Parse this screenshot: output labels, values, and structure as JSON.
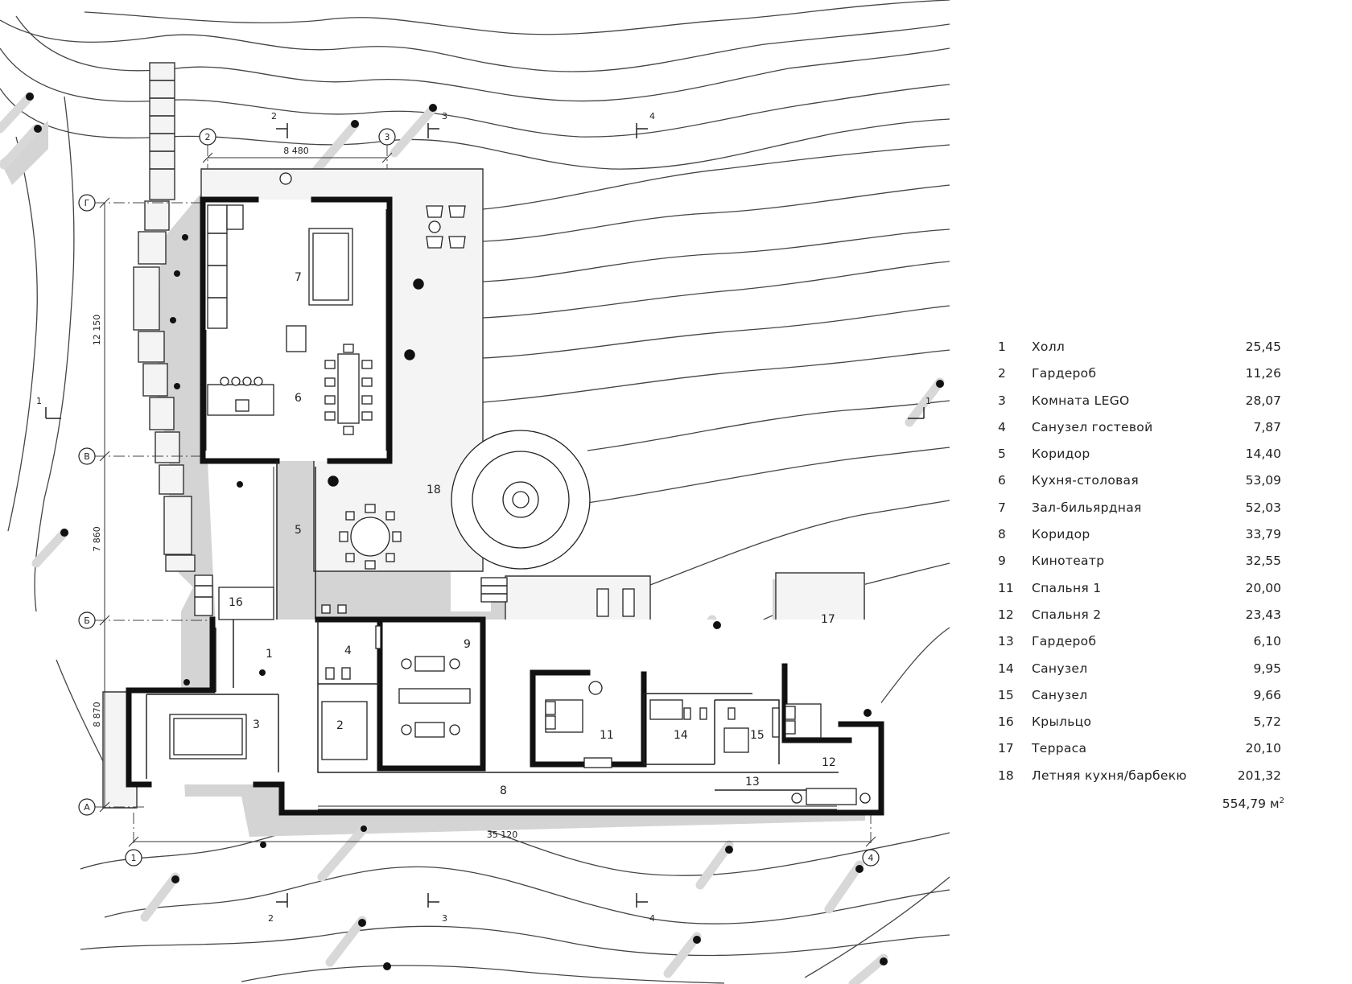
{
  "rooms": [
    {
      "num": "1",
      "name": "Холл",
      "area": "25,45"
    },
    {
      "num": "2",
      "name": "Гардероб",
      "area": "11,26"
    },
    {
      "num": "3",
      "name": "Комната LEGO",
      "area": "28,07"
    },
    {
      "num": "4",
      "name": "Санузел гостевой",
      "area": "7,87"
    },
    {
      "num": "5",
      "name": "Коридор",
      "area": "14,40"
    },
    {
      "num": "6",
      "name": "Кухня-столовая",
      "area": "53,09"
    },
    {
      "num": "7",
      "name": "Зал-бильярдная",
      "area": "52,03"
    },
    {
      "num": "8",
      "name": "Коридор",
      "area": "33,79"
    },
    {
      "num": "9",
      "name": "Кинотеатр",
      "area": "32,55"
    },
    {
      "num": "11",
      "name": "Спальня 1",
      "area": "20,00"
    },
    {
      "num": "12",
      "name": "Спальня 2",
      "area": "23,43"
    },
    {
      "num": "13",
      "name": "Гардероб",
      "area": "6,10"
    },
    {
      "num": "14",
      "name": "Санузел",
      "area": "9,95"
    },
    {
      "num": "15",
      "name": "Санузел",
      "area": "9,66"
    },
    {
      "num": "16",
      "name": "Крыльцо",
      "area": "5,72"
    },
    {
      "num": "17",
      "name": "Терраса",
      "area": "20,10"
    },
    {
      "num": "18",
      "name": "Летняя кухня/барбекю",
      "area": "201,32"
    }
  ],
  "total": {
    "value": "554,79 м",
    "unit_sup": "2"
  },
  "plan": {
    "axes_letters": [
      "Г",
      "В",
      "Б",
      "А"
    ],
    "axes_numbers": [
      "1",
      "2",
      "3",
      "4"
    ],
    "dimensions": {
      "top": "8 480",
      "bottom": "35 120",
      "left_upper": "12 150",
      "left_middle": "7 860",
      "left_lower": "8 870"
    },
    "sections": {
      "s1": "1",
      "s2": "2",
      "s3": "3",
      "s4": "4"
    },
    "room_tags": {
      "r1": "1",
      "r2": "2",
      "r3": "3",
      "r4": "4",
      "r5": "5",
      "r6": "6",
      "r7": "7",
      "r8": "8",
      "r9": "9",
      "r11": "11",
      "r12": "12",
      "r13": "13",
      "r14": "14",
      "r15": "15",
      "r16": "16",
      "r17": "17",
      "r18": "18"
    }
  }
}
